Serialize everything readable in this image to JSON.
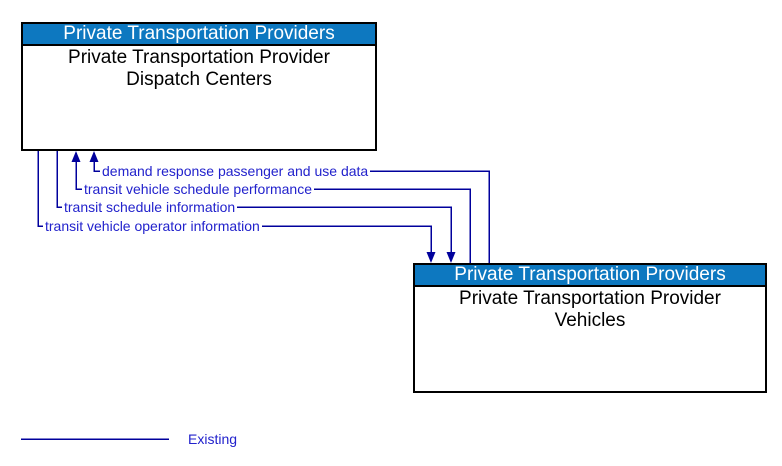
{
  "diagram": {
    "colors": {
      "entity_header_bg": "#0d78c0",
      "entity_header_text": "#ffffff",
      "entity_border": "#000000",
      "entity_body_text": "#000000",
      "flow_line": "#00009c",
      "flow_label_text": "#2222cc",
      "background": "#ffffff"
    },
    "boxes": [
      {
        "header": "Private Transportation Providers",
        "body": "Private Transportation Provider Dispatch Centers"
      },
      {
        "header": "Private Transportation Providers",
        "body": "Private Transportation Provider Vehicles"
      }
    ],
    "flows": [
      {
        "label": "demand response passenger and use data",
        "from": "Private Transportation Provider Vehicles",
        "to": "Private Transportation Provider Dispatch Centers",
        "status": "existing"
      },
      {
        "label": "transit vehicle schedule performance",
        "from": "Private Transportation Provider Vehicles",
        "to": "Private Transportation Provider Dispatch Centers",
        "status": "existing"
      },
      {
        "label": "transit schedule information",
        "from": "Private Transportation Provider Dispatch Centers",
        "to": "Private Transportation Provider Vehicles",
        "status": "existing"
      },
      {
        "label": "transit vehicle operator information",
        "from": "Private Transportation Provider Dispatch Centers",
        "to": "Private Transportation Provider Vehicles",
        "status": "existing"
      }
    ],
    "legend": {
      "label": "Existing",
      "line_style": "solid"
    }
  }
}
